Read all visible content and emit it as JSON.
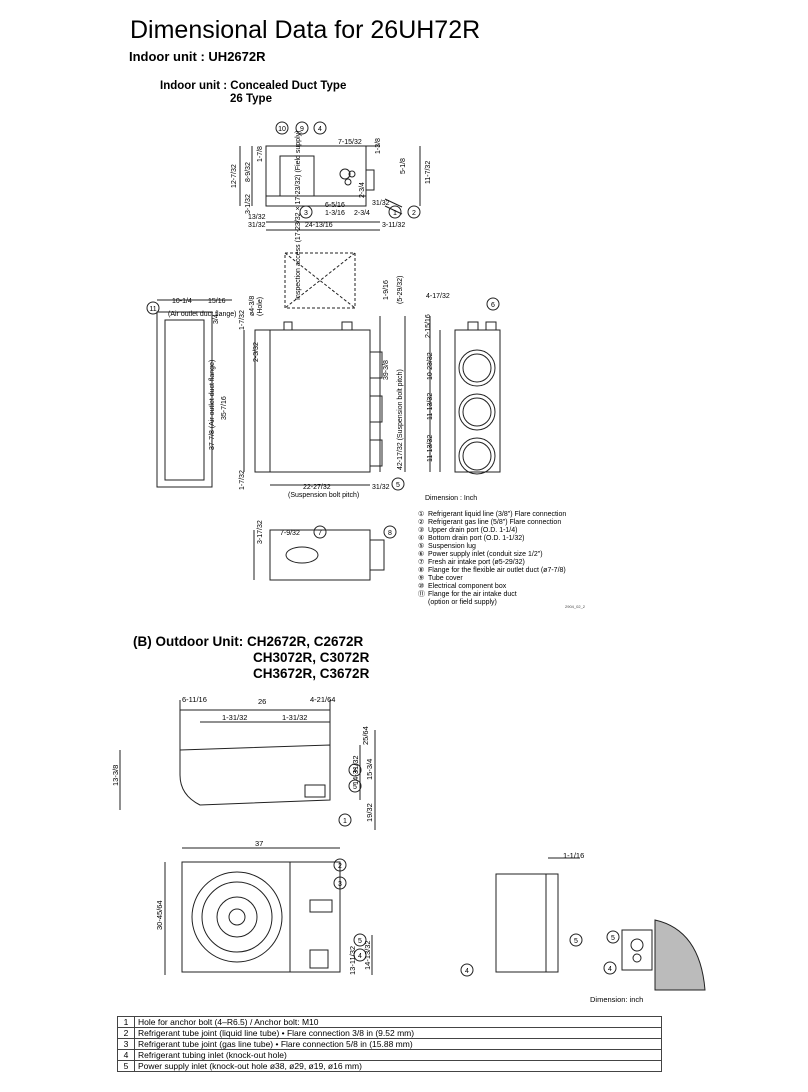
{
  "header": {
    "title": "Dimensional Data for 26UH72R",
    "subtitle": "Indoor unit : UH2672R"
  },
  "indoor": {
    "heading1": "Indoor unit : Concealed Duct Type",
    "heading2": "26 Type",
    "dim_top": [
      "7-15/32",
      "1-3/8",
      "5-1/8",
      "11-7/32",
      "12-7/32",
      "8-9/32",
      "3-1/32",
      "1-7/8",
      "2-3/4",
      "31/32",
      "6-5/16",
      "1-3/16",
      "2-3/4",
      "13/32",
      "31/32",
      "24-13/16",
      "3-11/32"
    ],
    "dim_front": [
      "10-1/4",
      "15/16",
      "3/4",
      "35-7/16",
      "37-7/8 (Air outlet duct flange)",
      "1-7/32",
      "1-7/32",
      "2-3/32",
      "1-9/16",
      "(5-29/32)",
      "39-3/8",
      "42-17/32 (Suspension bolt pitch)",
      "22-27/32",
      "(Suspension bolt pitch)",
      "31/32",
      "4-17/32",
      "2-15/16",
      "10-23/32",
      "11-13/32",
      "11-13/32"
    ],
    "label_air_outlet": "(Air outlet duct flange)",
    "label_inspection": "Inspection access (17-23/32 × 17-23/32) (Field supply)",
    "label_hole": "(Hole)",
    "label_hole_dim": "ø4-3/8",
    "dim_bottom": [
      "7-9/32",
      "3-17/32"
    ],
    "dimension_note": "Dimension : Inch",
    "legend": [
      {
        "n": "①",
        "text": "Refrigerant liquid line (3/8\") Flare connection"
      },
      {
        "n": "②",
        "text": "Refrigerant gas line (5/8\") Flare connection"
      },
      {
        "n": "③",
        "text": "Upper drain port (O.D. 1-1/4)"
      },
      {
        "n": "④",
        "text": "Bottom drain port (O.D. 1-1/32)"
      },
      {
        "n": "⑤",
        "text": "Suspension lug"
      },
      {
        "n": "⑥",
        "text": "Power supply inlet (conduit size 1/2\")"
      },
      {
        "n": "⑦",
        "text": "Fresh air intake port (ø5-29/32)"
      },
      {
        "n": "⑧",
        "text": "Flange for the flexible air outlet duct (ø7-7/8)"
      },
      {
        "n": "⑨",
        "text": "Tube cover"
      },
      {
        "n": "⑩",
        "text": "Electrical component box"
      },
      {
        "n": "⑪",
        "text": "Flange for the air intake duct"
      },
      {
        "n": "",
        "text": "(option or field supply)"
      }
    ],
    "drawing_code": "2904_02_2"
  },
  "outdoor": {
    "heading_prefix": "(B)  Outdoor Unit:",
    "models": [
      "CH2672R, C2672R",
      "CH3072R, C3072R",
      "CH3672R, C3672R"
    ],
    "dim_top": [
      "6-11/16",
      "26",
      "4-21/64",
      "1-31/32",
      "1-31/32",
      "25/64",
      "13-3/8",
      "14-31/32",
      "15-3/4",
      "19/32"
    ],
    "dim_front": [
      "37",
      "30-45/64",
      "13-11/32",
      "14-13/32"
    ],
    "dim_side": [
      "1-1/16"
    ],
    "dimension_note": "Dimension: inch",
    "callouts": [
      "1",
      "2",
      "3",
      "4",
      "5"
    ],
    "table": [
      {
        "n": "1",
        "text": "Hole for anchor bolt (4–R6.5) / Anchor bolt: M10"
      },
      {
        "n": "2",
        "text": "Refrigerant tube joint (liquid line tube) • Flare connection 3/8 in (9.52 mm)"
      },
      {
        "n": "3",
        "text": "Refrigerant tube joint (gas line tube) • Flare connection 5/8 in (15.88 mm)"
      },
      {
        "n": "4",
        "text": "Refrigerant tubing inlet (knock-out hole)"
      },
      {
        "n": "5",
        "text": "Power supply inlet (knock-out hole ø38, ø29, ø19, ø16 mm)"
      }
    ]
  }
}
